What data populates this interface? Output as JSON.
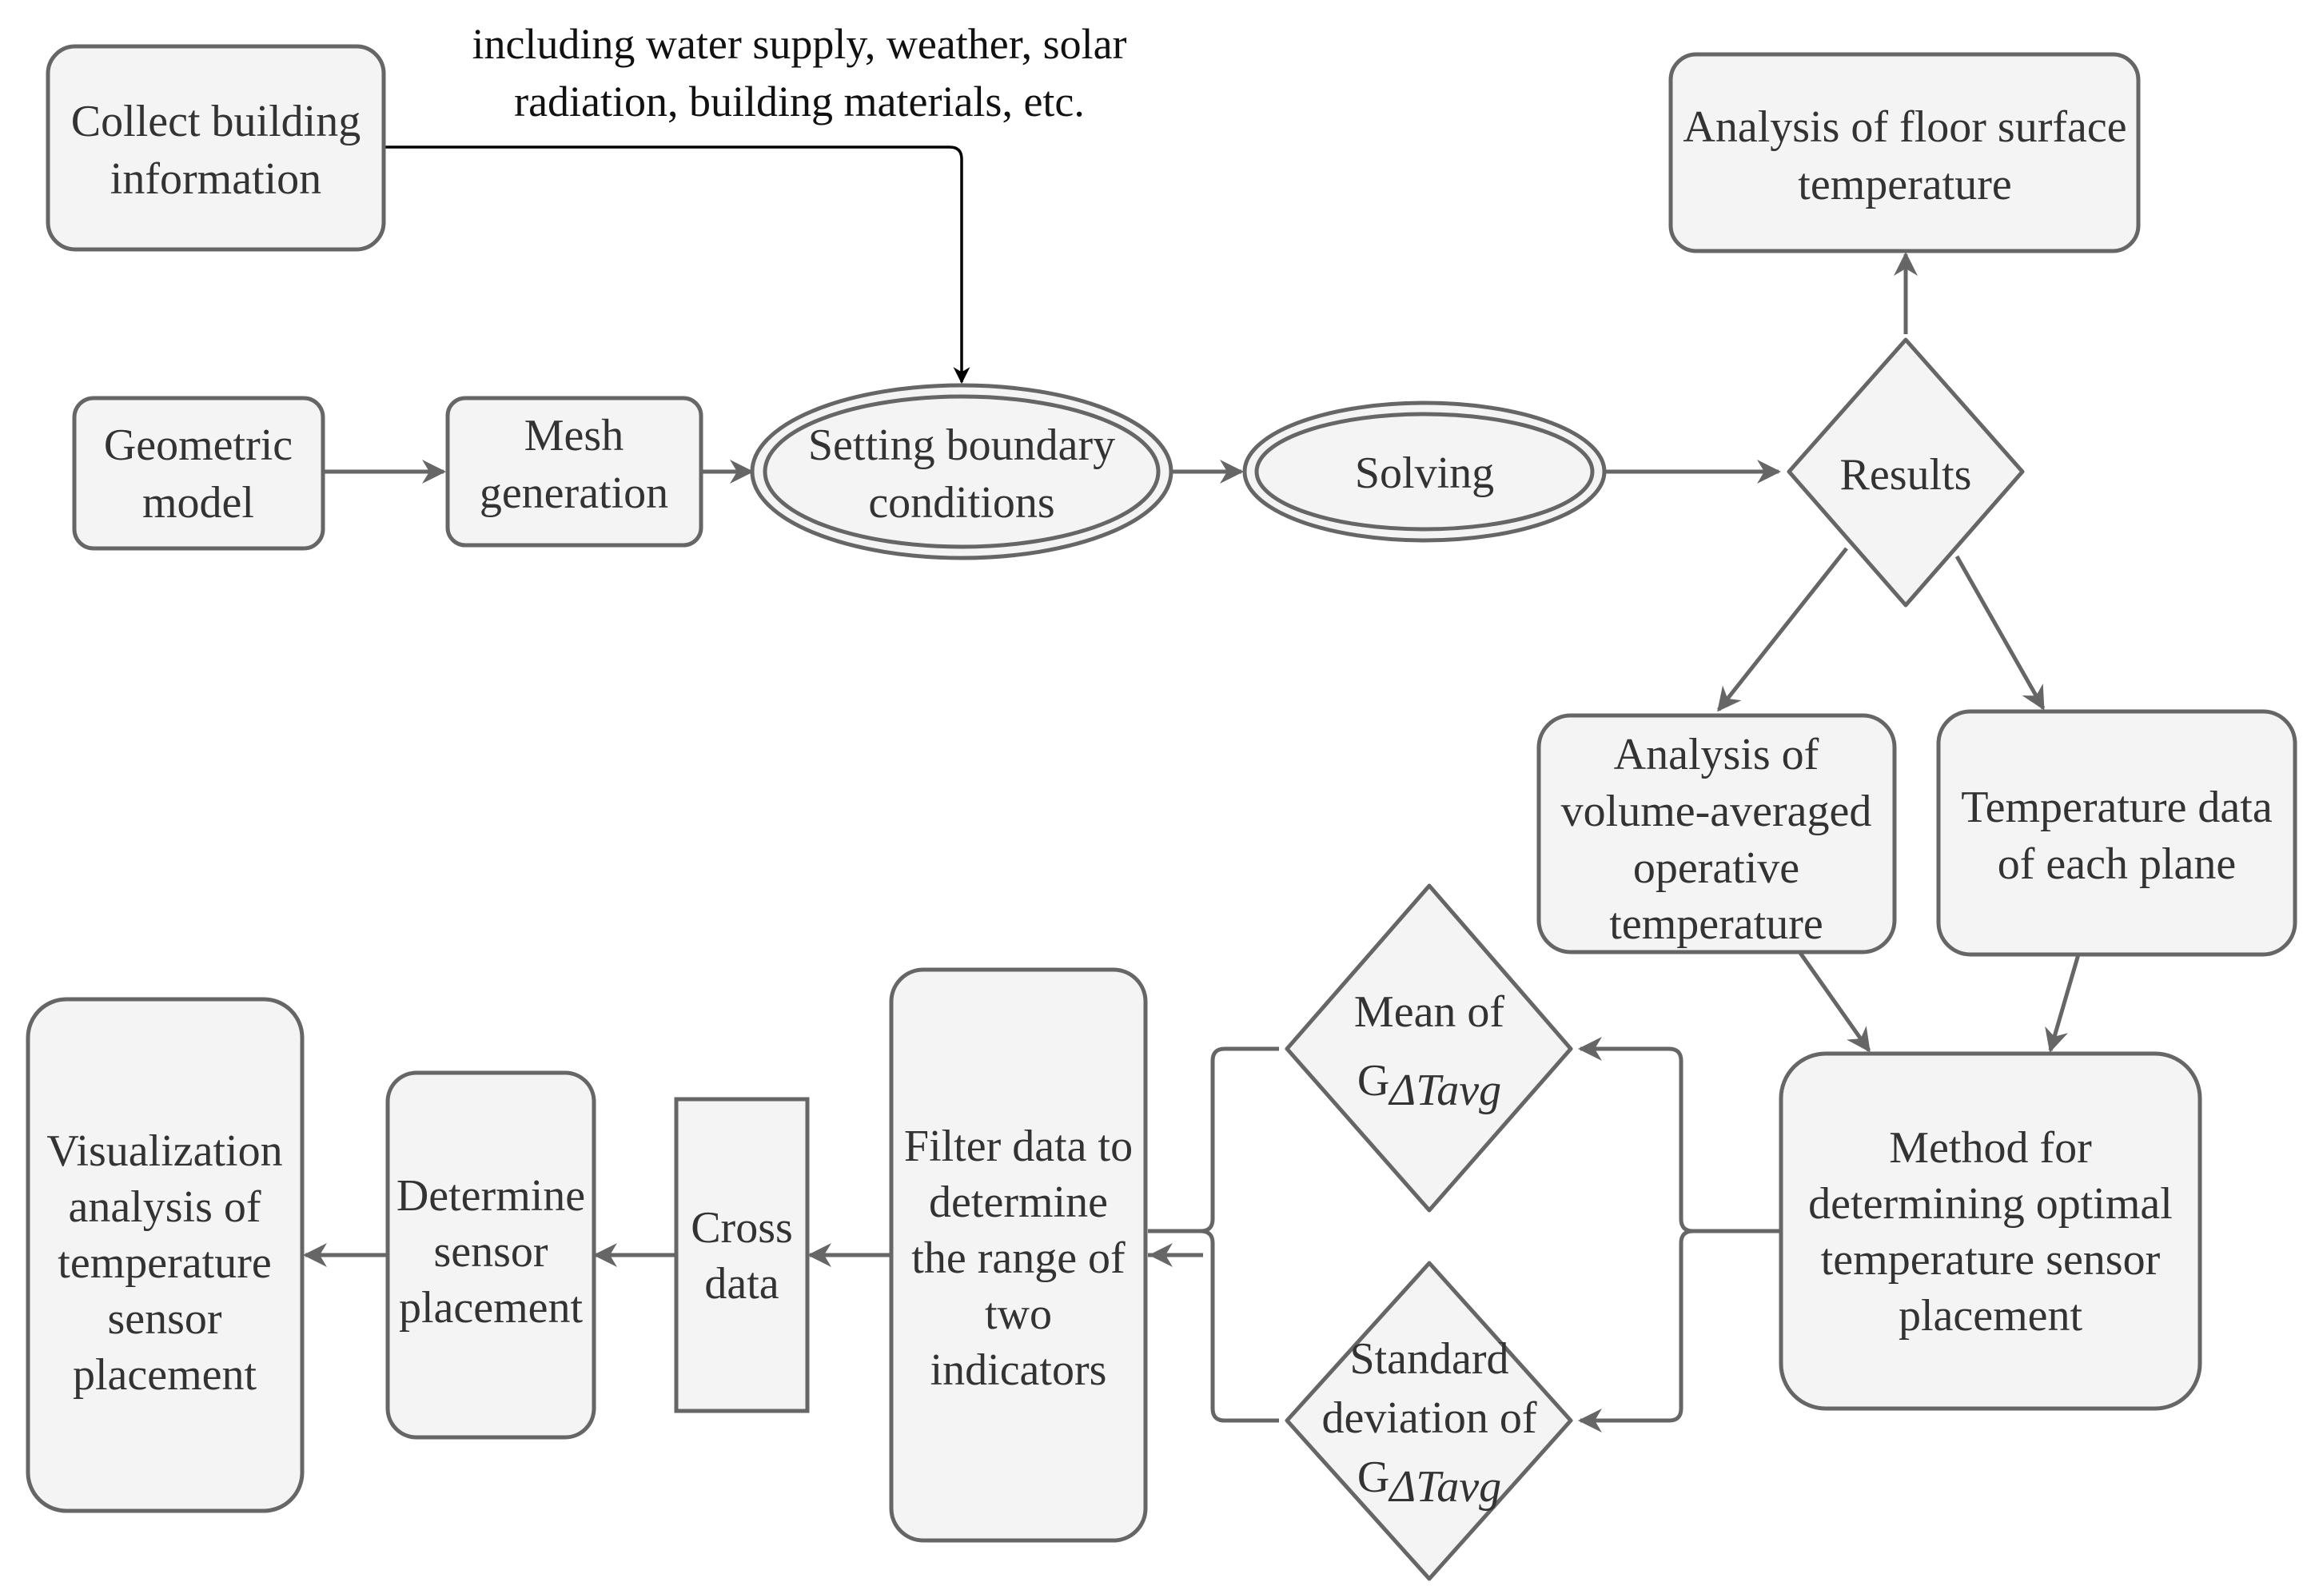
{
  "annotation": {
    "line1": "including water supply, weather, solar",
    "line2": "radiation, building materials, etc."
  },
  "nodes": {
    "collect": [
      "Collect building",
      "information"
    ],
    "geometric": [
      "Geometric",
      "model"
    ],
    "mesh": [
      "Mesh",
      "generation"
    ],
    "boundary": [
      "Setting boundary",
      "conditions"
    ],
    "solving": [
      "Solving"
    ],
    "results": [
      "Results"
    ],
    "floor": [
      "Analysis of floor surface",
      "temperature"
    ],
    "volume": [
      "Analysis of",
      "volume-averaged",
      "operative",
      "temperature"
    ],
    "plane": [
      "Temperature data",
      "of each plane"
    ],
    "method": [
      "Method for",
      "determining optimal",
      "temperature sensor",
      "placement"
    ],
    "mean": {
      "line1": "Mean of",
      "g": "G",
      "sub": "ΔTavg"
    },
    "std": {
      "line1": "Standard",
      "line2": "deviation of",
      "g": "G",
      "sub": "ΔTavg"
    },
    "filter": [
      "Filter data to",
      "determine",
      "the range of",
      "two",
      "indicators"
    ],
    "cross": [
      "Cross",
      "data"
    ],
    "determine": [
      "Determine",
      "sensor",
      "placement"
    ],
    "visual": [
      "Visualization",
      "analysis of",
      "temperature",
      "sensor",
      "placement"
    ]
  }
}
